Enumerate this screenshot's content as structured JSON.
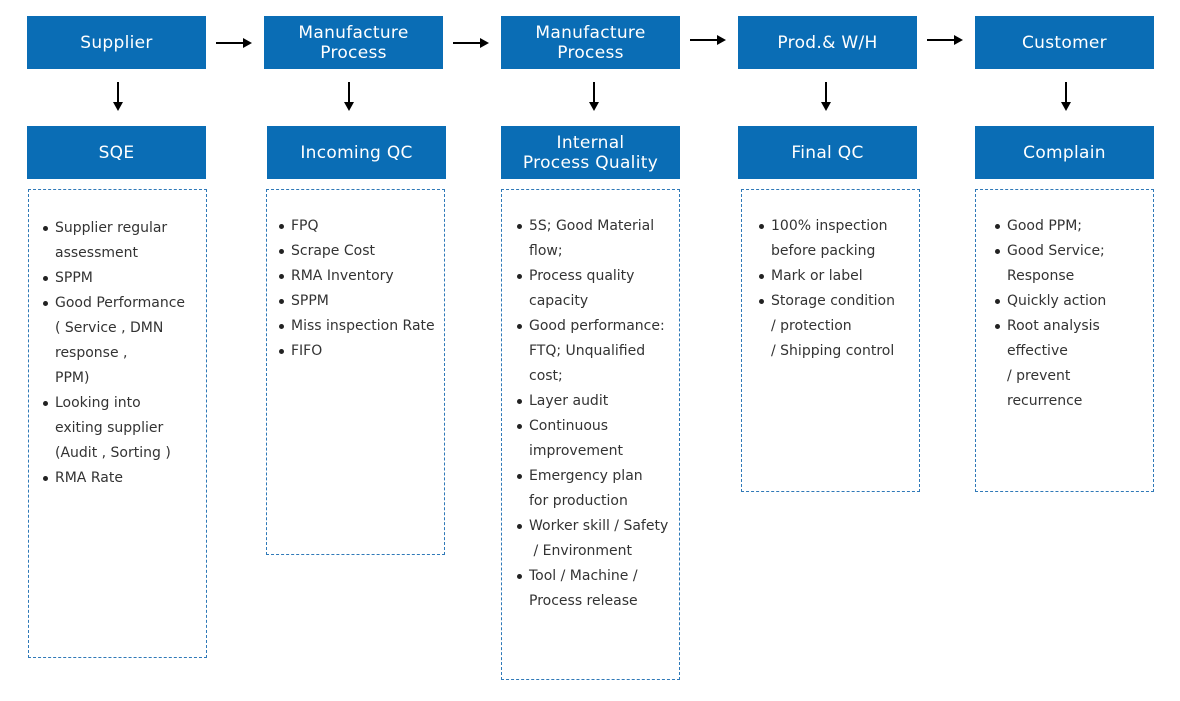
{
  "stages": [
    {
      "title": [
        "Supplier"
      ]
    },
    {
      "title": [
        "Manufacture",
        "Process"
      ]
    },
    {
      "title": [
        "Manufacture",
        "Process"
      ]
    },
    {
      "title": [
        "Prod.& W/H"
      ]
    },
    {
      "title": [
        "Customer"
      ]
    }
  ],
  "controls": [
    {
      "title": [
        "SQE"
      ],
      "items": [
        [
          "Supplier regular",
          "assessment"
        ],
        [
          "SPPM"
        ],
        [
          "Good Performance",
          "( Service , DMN",
          "response ,",
          "PPM)"
        ],
        [
          "Looking into",
          "exiting supplier",
          "(Audit , Sorting )"
        ],
        [
          "RMA Rate"
        ]
      ]
    },
    {
      "title": [
        "Incoming QC"
      ],
      "items": [
        [
          "FPQ"
        ],
        [
          "Scrape Cost"
        ],
        [
          "RMA Inventory"
        ],
        [
          "SPPM"
        ],
        [
          "Miss inspection Rate"
        ],
        [
          "FIFO"
        ]
      ]
    },
    {
      "title": [
        "Internal",
        "Process Quality"
      ],
      "items": [
        [
          "5S; Good Material",
          "flow;"
        ],
        [
          "Process quality",
          "capacity"
        ],
        [
          "Good performance:",
          "FTQ; Unqualified",
          "cost;"
        ],
        [
          "Layer audit"
        ],
        [
          "Continuous",
          "improvement"
        ],
        [
          "Emergency plan",
          "for production"
        ],
        [
          "Worker skill / Safety",
          " / Environment"
        ],
        [
          "Tool / Machine /",
          "Process release"
        ]
      ]
    },
    {
      "title": [
        "Final QC"
      ],
      "items": [
        [
          "100% inspection",
          "before packing"
        ],
        [
          "Mark or label"
        ],
        [
          "Storage condition",
          "/ protection",
          "/ Shipping control"
        ]
      ]
    },
    {
      "title": [
        "Complain"
      ],
      "items": [
        [
          "Good PPM;"
        ],
        [
          "Good Service;",
          "Response"
        ],
        [
          "Quickly action"
        ],
        [
          "Root analysis",
          "effective",
          "/ prevent",
          "recurrence"
        ]
      ]
    }
  ],
  "colors": {
    "box_fill": "#0a6db5",
    "box_text": "#ffffff",
    "dashed_border": "#2f79b8",
    "list_text": "#333333",
    "arrow": "#000000"
  }
}
